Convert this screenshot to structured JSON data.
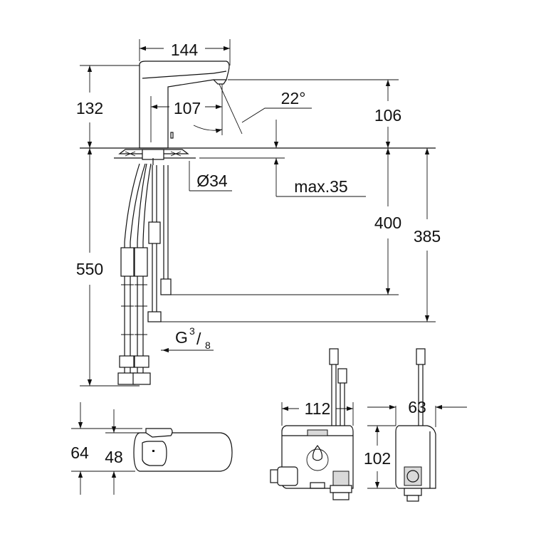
{
  "dimensions": {
    "spout_width": "144",
    "height_above_deck": "132",
    "spout_reach": "107",
    "spray_angle": "22°",
    "outlet_height": "106",
    "hole_diameter": "Ø34",
    "max_deck_thickness": "max.35",
    "hose_length_400": "400",
    "hose_length_385": "385",
    "total_hose_550": "550",
    "connection_thread_g": "G",
    "connection_thread_num": "3",
    "connection_thread_den": "8",
    "top_view_64": "64",
    "top_view_48": "48",
    "box_width": "112",
    "box_depth": "63",
    "box_height": "102"
  }
}
